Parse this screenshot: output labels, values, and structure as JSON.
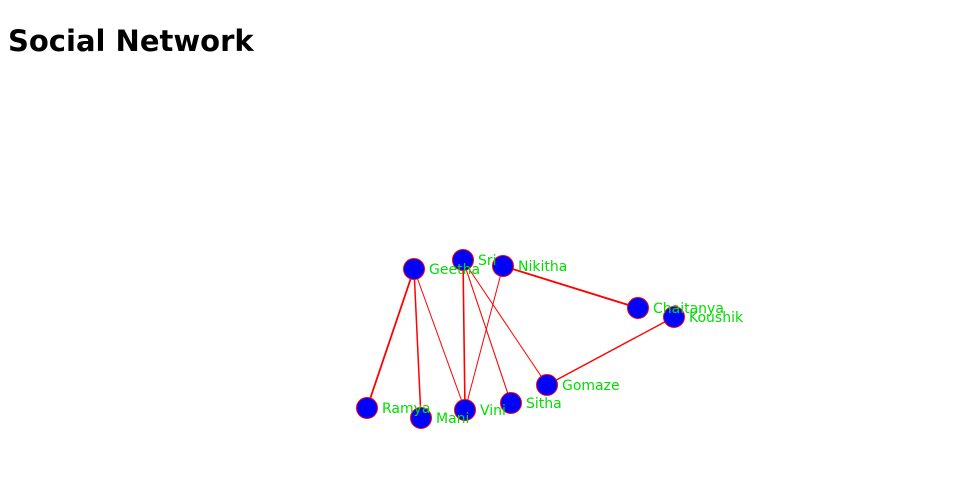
{
  "title": "Social Network",
  "colors": {
    "node_fill": "#0000ff",
    "node_stroke": "#ff0000",
    "edge": "#ff0000",
    "label": "#00dd00"
  },
  "nodes": [
    {
      "id": "Geetha",
      "label": "Geetha"
    },
    {
      "id": "Sri",
      "label": "Sri"
    },
    {
      "id": "Nikitha",
      "label": "Nikitha"
    },
    {
      "id": "Chaitanya",
      "label": "Chaitanya"
    },
    {
      "id": "Koushik",
      "label": "Koushik"
    },
    {
      "id": "Gomaze",
      "label": "Gomaze"
    },
    {
      "id": "Sitha",
      "label": "Sitha"
    },
    {
      "id": "Vini",
      "label": "Vini"
    },
    {
      "id": "Mani",
      "label": "Mani"
    },
    {
      "id": "Ramya",
      "label": "Ramya"
    }
  ],
  "edges": [
    {
      "source": "Geetha",
      "target": "Ramya"
    },
    {
      "source": "Geetha",
      "target": "Mani"
    },
    {
      "source": "Geetha",
      "target": "Vini"
    },
    {
      "source": "Sri",
      "target": "Vini"
    },
    {
      "source": "Sri",
      "target": "Sitha"
    },
    {
      "source": "Sri",
      "target": "Gomaze"
    },
    {
      "source": "Nikitha",
      "target": "Vini"
    },
    {
      "source": "Nikitha",
      "target": "Chaitanya"
    },
    {
      "source": "Koushik",
      "target": "Gomaze"
    }
  ]
}
